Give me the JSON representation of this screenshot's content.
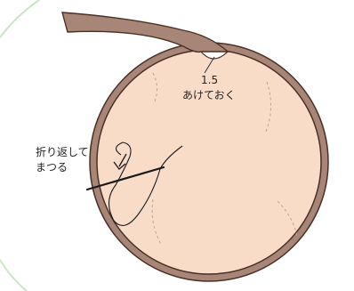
{
  "labels": {
    "measurement_value": "1.5",
    "measurement_note": "あけておく",
    "stitch_instruction_line1": "折り返して",
    "stitch_instruction_line2": "まつる"
  },
  "colors": {
    "fabric_fill": "#f9dcc8",
    "binding_tape": "#a88677",
    "outline": "#4a2f25",
    "dashed_guides": "#bfa393",
    "corner_accent": "#c8e6c3",
    "thread": "#1a1a1a"
  }
}
